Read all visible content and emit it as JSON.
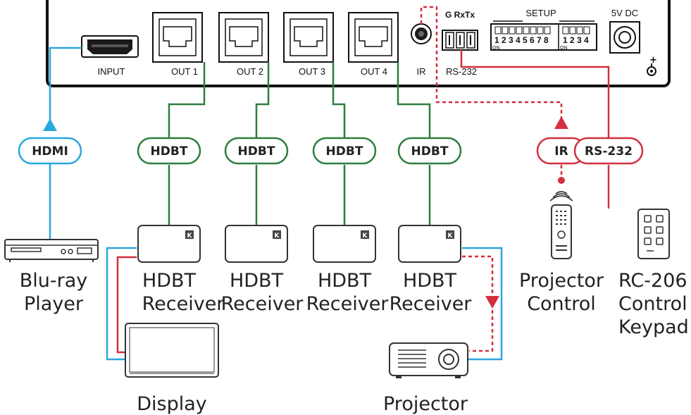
{
  "colors": {
    "hdmi": "#29a7df",
    "hdbt": "#2e7d3e",
    "ir_rs232": "#d32f3f",
    "device_outline": "#333333"
  },
  "panel": {
    "ports": {
      "input": "INPUT",
      "out1": "OUT 1",
      "out2": "OUT 2",
      "out3": "OUT 3",
      "out4": "OUT 4",
      "ir": "IR",
      "rs232": "RS-232"
    },
    "terminal_header": "G RxTx",
    "setup_label": "SETUP",
    "dc_label": "5V DC",
    "dip_numbers_a": "1 2 3 4 5 6 7 8",
    "dip_numbers_b": "1 2 3 4",
    "dip_on": "ON"
  },
  "pills": {
    "hdmi": "HDMI",
    "hdbt1": "HDBT",
    "hdbt2": "HDBT",
    "hdbt3": "HDBT",
    "hdbt4": "HDBT",
    "ir": "IR",
    "rs232": "RS-232"
  },
  "devices": {
    "bluray_line1": "Blu-ray",
    "bluray_line2": "Player",
    "receiver_line1": "HDBT",
    "receiver_line2": "Receiver",
    "projector_control_line1": "Projector",
    "projector_control_line2": "Control",
    "keypad_line1": "RC-206",
    "keypad_line2": "Control",
    "keypad_line3": "Keypad",
    "display": "Display",
    "projector": "Projector",
    "brand_mark": "K"
  }
}
